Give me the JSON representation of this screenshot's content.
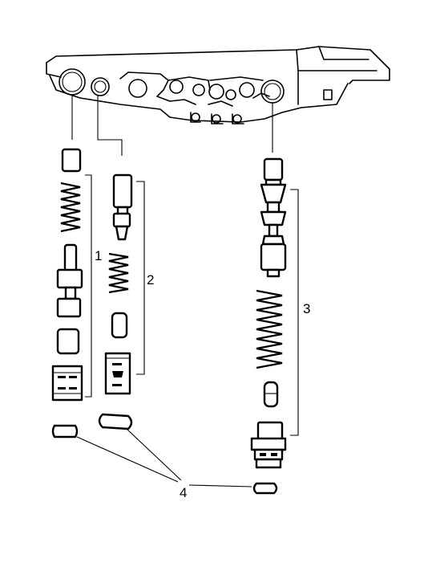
{
  "callouts": {
    "group_1": "1",
    "group_2": "2",
    "group_3": "3",
    "seals": "4"
  },
  "colors": {
    "ink": "#000000",
    "paper": "#ffffff"
  }
}
